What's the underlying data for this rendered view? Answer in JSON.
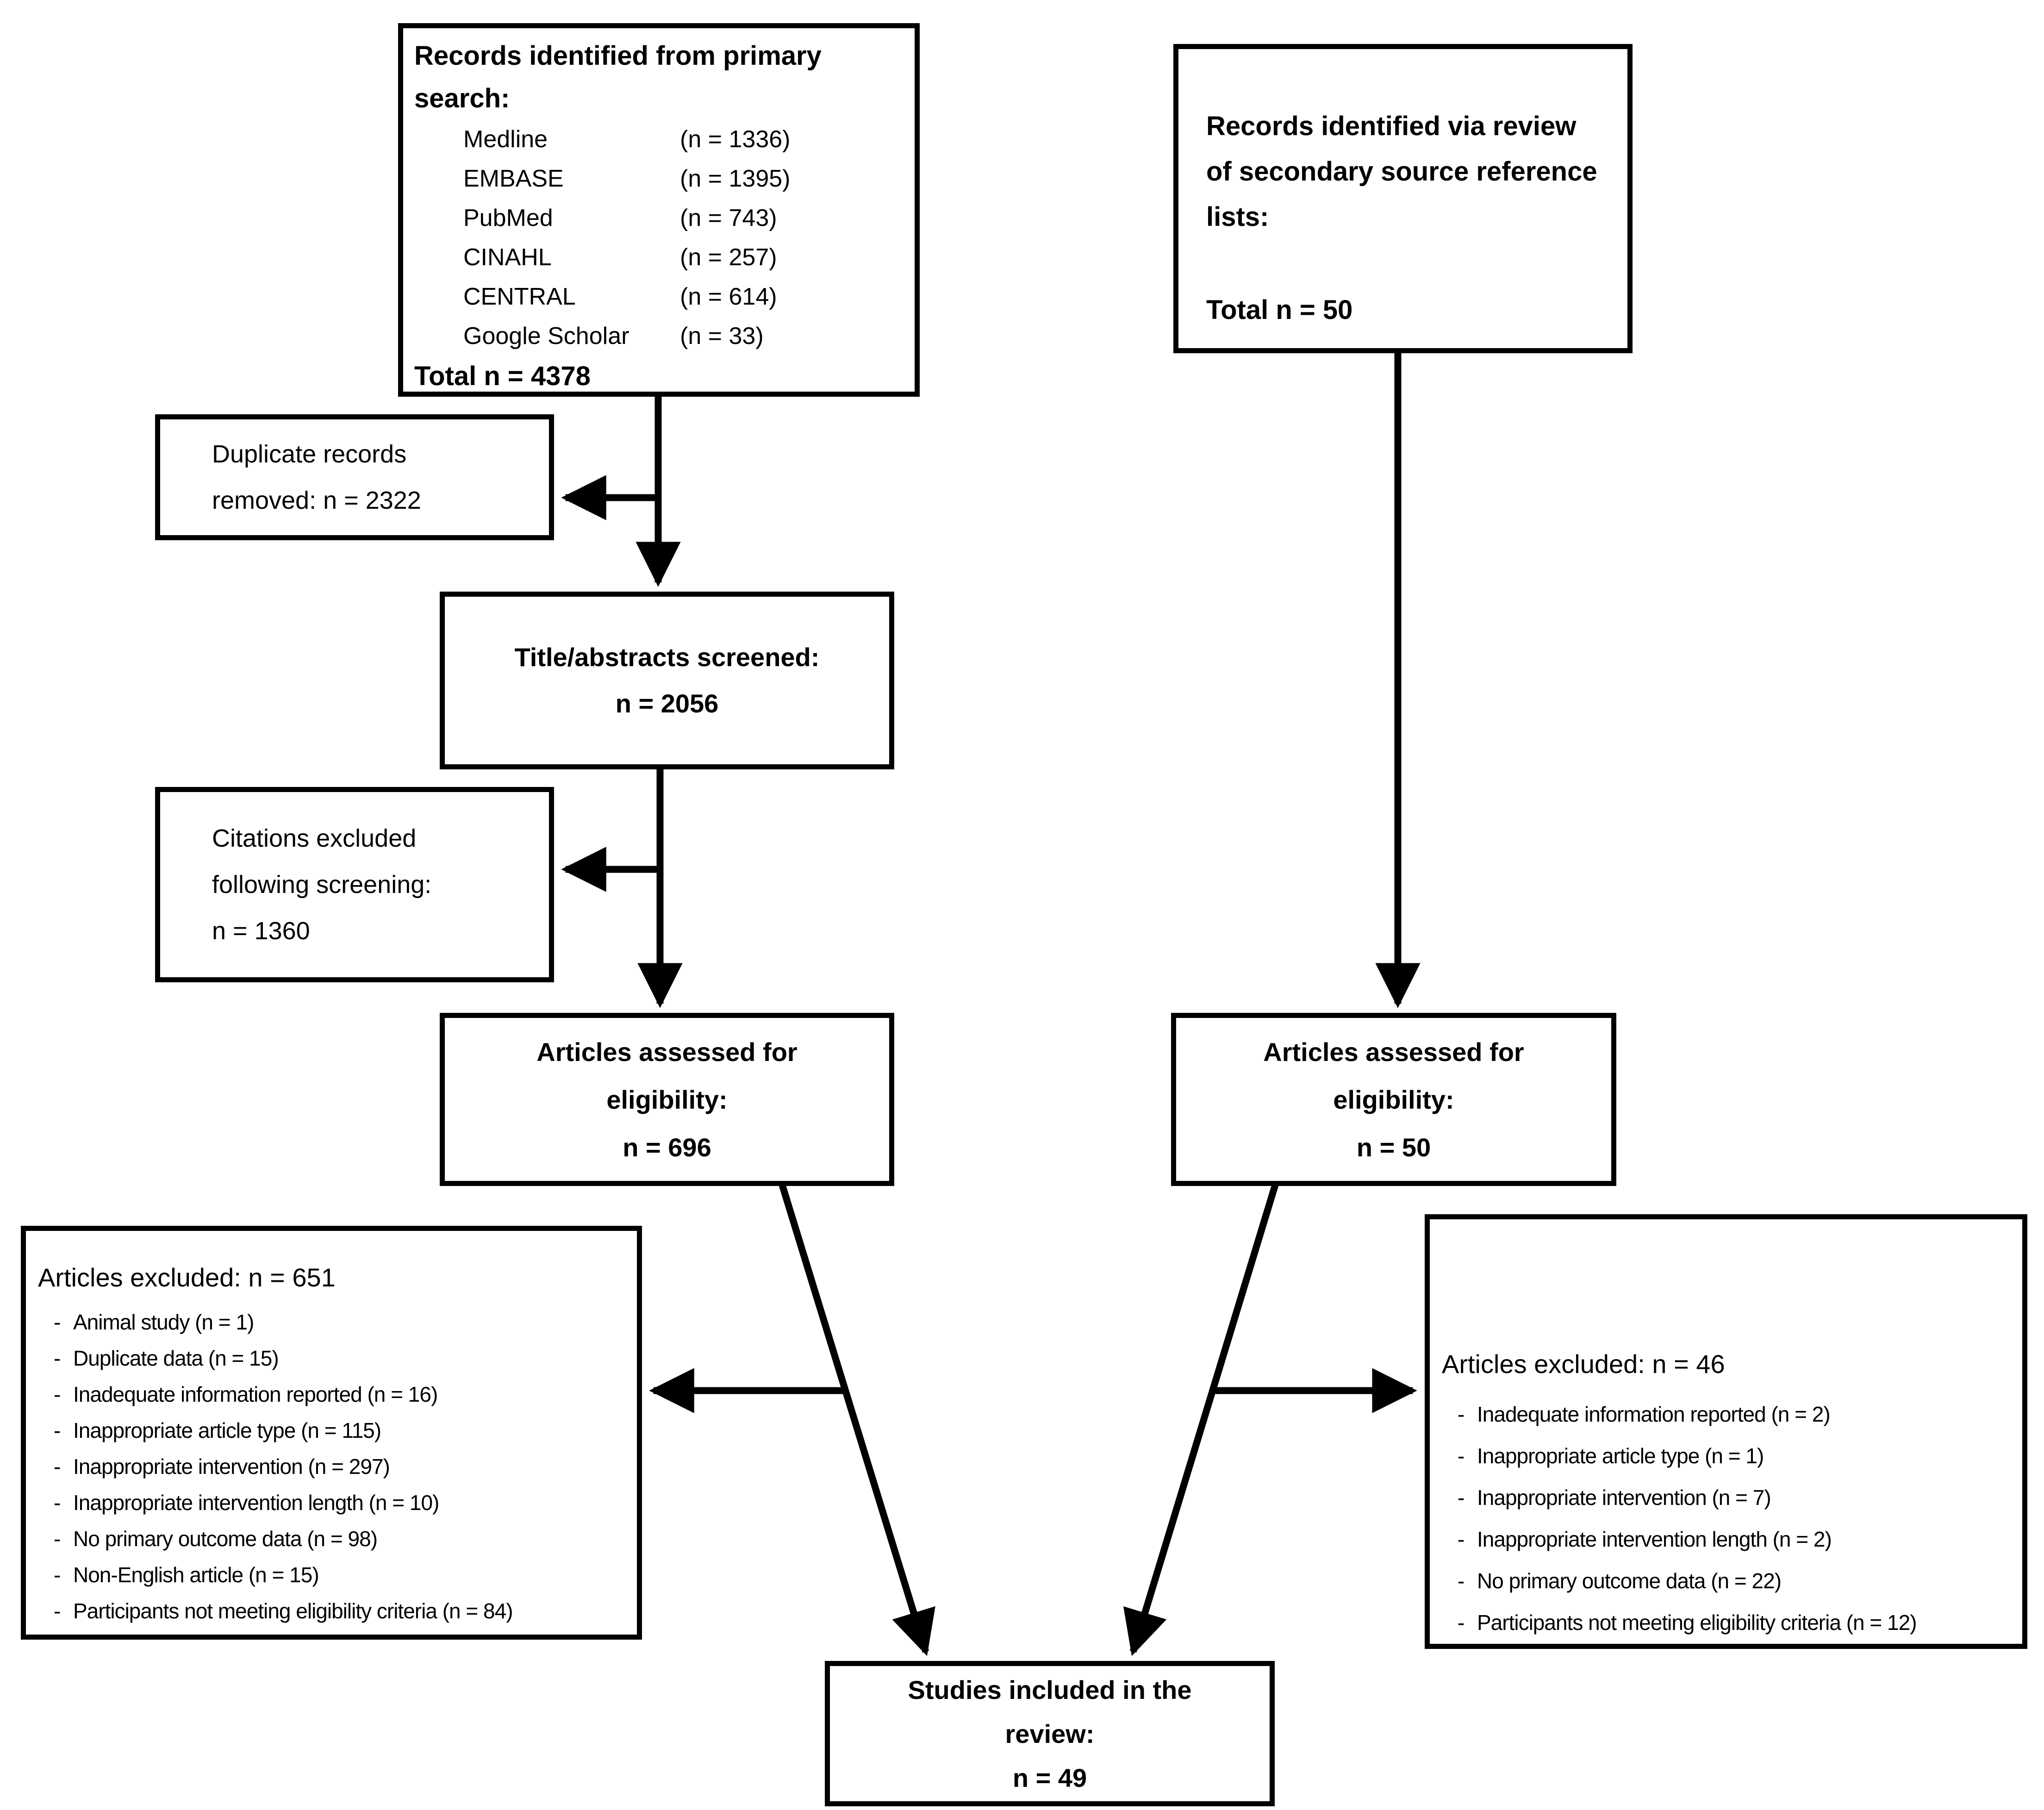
{
  "flowchart": {
    "colors": {
      "border": "#000000",
      "text": "#000000",
      "background": "#ffffff"
    },
    "bullet": "-",
    "primary_search": {
      "title_lines": [
        "Records identified from primary",
        "search:"
      ],
      "sources": [
        {
          "label": "Medline",
          "count": "(n = 1336)"
        },
        {
          "label": "EMBASE",
          "count": "(n = 1395)"
        },
        {
          "label": "PubMed",
          "count": "(n = 743)"
        },
        {
          "label": "CINAHL",
          "count": "(n = 257)"
        },
        {
          "label": "CENTRAL",
          "count": "(n = 614)"
        },
        {
          "label": "Google Scholar",
          "count": "(n = 33)"
        }
      ],
      "total": "Total n = 4378"
    },
    "secondary_search": {
      "title_lines": [
        "Records identified via review",
        "of secondary source reference",
        "lists:"
      ],
      "total": "Total n = 50"
    },
    "duplicates_removed": {
      "lines": [
        "Duplicate records",
        "removed: n = 2322"
      ]
    },
    "title_abstracts_screened": {
      "lines": [
        "Title/abstracts screened:",
        "n = 2056"
      ]
    },
    "citations_excluded": {
      "lines": [
        "Citations excluded",
        "following screening:",
        "n = 1360"
      ]
    },
    "assessed_primary": {
      "lines": [
        "Articles assessed for",
        "eligibility:",
        "n = 696"
      ]
    },
    "assessed_secondary": {
      "lines": [
        "Articles assessed for",
        "eligibility:",
        "n = 50"
      ]
    },
    "excluded_primary": {
      "heading": "Articles excluded: n = 651",
      "items": [
        "Animal study (n = 1)",
        "Duplicate data (n = 15)",
        "Inadequate information reported (n = 16)",
        "Inappropriate article type (n = 115)",
        "Inappropriate intervention (n = 297)",
        "Inappropriate intervention length (n = 10)",
        "No primary outcome data (n = 98)",
        "Non-English article (n = 15)",
        "Participants not meeting eligibility criteria (n = 84)"
      ]
    },
    "excluded_secondary": {
      "heading": "Articles excluded: n = 46",
      "items": [
        "Inadequate information reported (n = 2)",
        "Inappropriate article type (n = 1)",
        "Inappropriate intervention (n = 7)",
        "Inappropriate intervention length (n = 2)",
        "No primary outcome data (n = 22)",
        "Participants not meeting eligibility criteria (n = 12)"
      ]
    },
    "included": {
      "lines": [
        "Studies included in the",
        "review:",
        "n = 49"
      ]
    }
  }
}
